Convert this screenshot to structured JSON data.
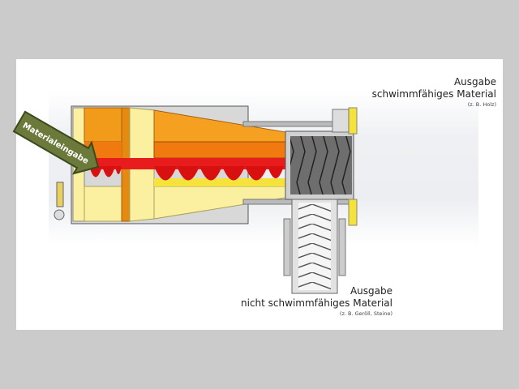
{
  "labels": {
    "input": "Materialeingabe",
    "output_float": {
      "title": "Ausgabe",
      "subtitle": "schwimmfähiges Material",
      "example": "(z. B. Holz)"
    },
    "output_sink": {
      "title": "Ausgabe",
      "subtitle": "nicht schwimmfähiges Material",
      "example": "(z. B. Geröll, Steine)"
    }
  },
  "colors": {
    "orange": "#f29a1a",
    "pale_yellow": "#fbf0a0",
    "red": "#e81c1c",
    "yellow": "#f5e23a",
    "belt": "#6e6e6e",
    "arrow_green": "#6b7a3a"
  }
}
